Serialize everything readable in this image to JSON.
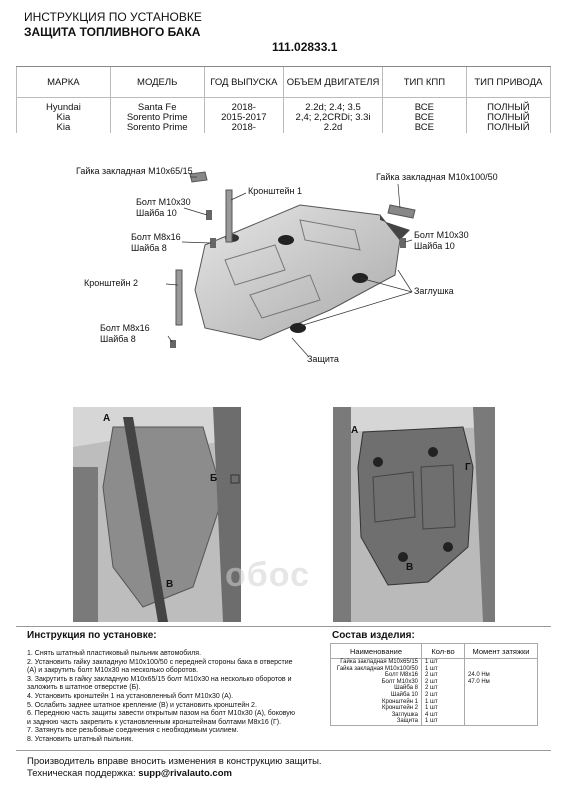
{
  "header": {
    "title_line1": "ИНСТРУКЦИЯ ПО УСТАНОВКЕ",
    "title_line2": "ЗАЩИТА ТОПЛИВНОГО БАКА",
    "part_number": "111.02833.1"
  },
  "vehicles": {
    "columns": [
      "МАРКА",
      "МОДЕЛЬ",
      "ГОД ВЫПУСКА",
      "ОБЪЕМ ДВИГАТЕЛЯ",
      "ТИП КПП",
      "ТИП ПРИВОДА"
    ],
    "rows": [
      [
        "Hyundai",
        "Santa Fe",
        "2018-",
        "2.2d; 2.4; 3.5",
        "ВСЕ",
        "ПОЛНЫЙ"
      ],
      [
        "Kia",
        "Sorento Prime",
        "2015-2017",
        "2,4; 2,2CRDi; 3.3i",
        "ВСЕ",
        "ПОЛНЫЙ"
      ],
      [
        "Kia",
        "Sorento Prime",
        "2018-",
        "2.2d",
        "ВСЕ",
        "ПОЛНЫЙ"
      ]
    ]
  },
  "diagram_labels": {
    "nut_m10x65": "Гайка закладная М10х65/15",
    "nut_m10x100": "Гайка закладная М10х100/50",
    "bracket1": "Кронштейн 1",
    "bolt_m10x30_left": "Болт М10х30",
    "washer10_left": "Шайба 10",
    "bolt_m8x16_a": "Болт М8х16",
    "washer8_a": "Шайба 8",
    "bolt_m10x30_right": "Болт М10х30",
    "washer10_right": "Шайба 10",
    "bracket2": "Кронштейн 2",
    "plug": "Заглушка",
    "bolt_m8x16_b": "Болт М8х16",
    "washer8_b": "Шайба 8",
    "guard": "Защита"
  },
  "photo_markers": {
    "a": "А",
    "b": "Б",
    "v": "В",
    "g": "Г"
  },
  "instructions": {
    "title": "Инструкция по установке:",
    "steps": [
      "1. Снять штатный пластиковый пыльник автомобиля.",
      "2. Установить гайку закладную М10х100/50 с передней стороны бака в отверстие",
      "(А) и закрутить болт М10х30 на несколько оборотов.",
      "3. Закрутить в гайку закладную М10х65/15 болт М10х30 на несколько оборотов и",
      "заложить в штатное отверстие (Б).",
      "4. Установить кронштейн 1 на установленный болт М10х30 (А).",
      "5. Ослабить заднее штатное крепление (В) и установить кронштейн 2.",
      "6. Переднюю часть защиты завести открытым пазом на болт М10х30 (А), боковую",
      "и заднюю часть закрепить к установленным кронштейнам болтами М8х16 (Г).",
      "7. Затянуть все резьбовые соединения с необходимым усилием.",
      "8. Установить штатный пыльник."
    ]
  },
  "parts": {
    "title": "Состав изделия:",
    "columns": [
      "Наименование",
      "Кол-во",
      "Момент затяжки"
    ],
    "rows": [
      [
        "Гайка закладная М10х65/15",
        "1 шт",
        ""
      ],
      [
        "Гайка закладная М10х100/50",
        "1 шт",
        ""
      ],
      [
        "Болт М8х16",
        "2 шт",
        "24.0 Нм"
      ],
      [
        "Болт М10х30",
        "2 шт",
        "47.0 Нм"
      ],
      [
        "Шайба 8",
        "2 шт",
        ""
      ],
      [
        "Шайба 10",
        "2 шт",
        ""
      ],
      [
        "Кронштейн 1",
        "1 шт",
        ""
      ],
      [
        "Кронштейн 2",
        "1 шт",
        ""
      ],
      [
        "Заглушка",
        "4 шт",
        ""
      ],
      [
        "Защита",
        "1 шт",
        ""
      ]
    ]
  },
  "footer": {
    "line1": "Производитель вправе вносить изменения в конструкцию защиты.",
    "line2_prefix": "Техническая поддержка: ",
    "line2_email": "supp@rivalauto.com"
  },
  "watermark": "обос"
}
